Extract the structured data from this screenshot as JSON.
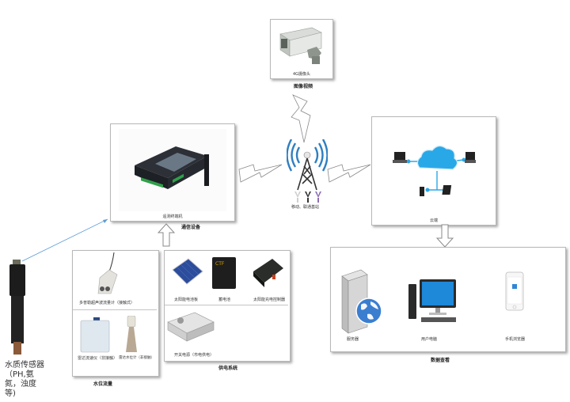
{
  "camera": {
    "caption": "4G摄像头",
    "title": "图像视频"
  },
  "rtu": {
    "caption": "遥测终端机",
    "title": "通信设备"
  },
  "tower": {
    "caption": "移动、联通基站"
  },
  "cloud": {
    "caption": "云端"
  },
  "data_view": {
    "title": "数据查看",
    "items": [
      {
        "label": "服务器",
        "icon": "server-globe-icon"
      },
      {
        "label": "用户电脑",
        "icon": "desktop-computer-icon"
      },
      {
        "label": "手机浏览器",
        "icon": "smartphone-icon"
      }
    ]
  },
  "water_level": {
    "title": "水位流量",
    "items": [
      {
        "label": "多普勒超声波流量计（接触式）",
        "icon": "doppler-flowmeter-icon"
      },
      {
        "label": "雷达流速仪（非接触）",
        "icon": "radar-velocimeter-icon"
      },
      {
        "label": "雷达水位计（非接触）",
        "icon": "radar-level-gauge-icon"
      }
    ]
  },
  "power": {
    "title": "供电系统",
    "items": [
      {
        "label": "太阳能电池板",
        "icon": "solar-panel-icon"
      },
      {
        "label": "蓄电池",
        "icon": "battery-icon",
        "brand": "CTF"
      },
      {
        "label": "太阳能充电控制器",
        "icon": "charge-controller-icon"
      },
      {
        "label": "开关电源（市电供电）",
        "icon": "power-supply-icon"
      }
    ]
  },
  "sensor": {
    "label": "水质传感器（PH,氨氮，浊度等)"
  },
  "colors": {
    "link_line": "#5b9bd5",
    "tower_waves": "#2f7fc1",
    "cloud": "#29a8e8",
    "antenna_purple": "#8e6fb4"
  }
}
